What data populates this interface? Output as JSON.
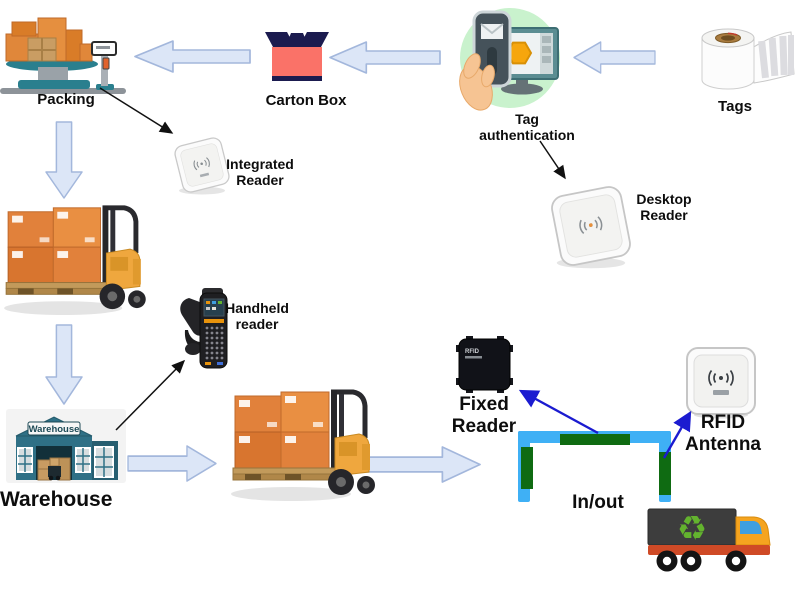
{
  "diagram": {
    "type": "flow-diagram",
    "topic": "RFID warehouse tracking workflow",
    "nodes": {
      "packing": {
        "label": "Packing"
      },
      "carton_box": {
        "label": "Carton Box"
      },
      "tag_authentication": {
        "label_line1": "Tag",
        "label_line2": "authentication"
      },
      "tags": {
        "label": "Tags"
      },
      "integrated_reader": {
        "label_line1": "Integrated",
        "label_line2": "Reader"
      },
      "desktop_reader": {
        "label_line1": "Desktop",
        "label_line2": "Reader"
      },
      "handheld_reader": {
        "label_line1": "Handheld",
        "label_line2": "reader"
      },
      "warehouse": {
        "label": "Warehouse",
        "sign_text": "Warehouse"
      },
      "fixed_reader": {
        "label_line1": "Fixed",
        "label_line2": "Reader",
        "device_text": "RFID"
      },
      "rfid_antenna": {
        "label_line1": "RFID",
        "label_line2": "Antenna"
      },
      "inout_gate": {
        "label": "In/out"
      }
    },
    "icons": {
      "recycle_glyph": "♻",
      "rfid_signal": "signal-arcs ((•))"
    },
    "edges": [
      {
        "from": "tags",
        "to": "tag_authentication",
        "style": "block-arrow"
      },
      {
        "from": "tag_authentication",
        "to": "carton_box",
        "style": "block-arrow"
      },
      {
        "from": "carton_box",
        "to": "packing",
        "style": "block-arrow"
      },
      {
        "from": "packing",
        "to": "integrated_reader",
        "style": "thin-arrow"
      },
      {
        "from": "tag_authentication",
        "to": "desktop_reader",
        "style": "thin-arrow"
      },
      {
        "from": "packing",
        "to": "loaded_forklift",
        "style": "block-arrow"
      },
      {
        "from": "loaded_forklift",
        "to": "warehouse",
        "style": "block-arrow"
      },
      {
        "from": "warehouse",
        "to": "handheld_reader",
        "style": "thin-arrow"
      },
      {
        "from": "warehouse",
        "to": "outbound_forklift",
        "style": "block-arrow"
      },
      {
        "from": "outbound_forklift",
        "to": "inout_gate",
        "style": "block-arrow"
      },
      {
        "from": "inout_gate",
        "to": "fixed_reader",
        "style": "blue-arrow"
      },
      {
        "from": "inout_gate",
        "to": "rfid_antenna",
        "style": "blue-arrow"
      }
    ],
    "colors": {
      "background": "#ffffff",
      "block_arrow_fill": "#dce6f7",
      "block_arrow_border": "#a3b7dc",
      "thin_arrow": "#111111",
      "blue_arrow": "#1b1bd0",
      "gate_frame_blue": "#3fb0f5",
      "gate_antenna_green": "#0f6b12",
      "carton_body": "#fa7268",
      "carton_flap": "#1b1b4f",
      "box_orange": "#e0813a",
      "forklift_yellow": "#efa73e",
      "scale_teal": "#2a7f8e",
      "warehouse_teal": "#2f7086",
      "auth_circle_green": "#c9f2cd",
      "hexagon_orange": "#f6a60d",
      "truck_cab_orange": "#f5a41f",
      "truck_chassis_red": "#cf4a26",
      "truck_box_gray": "#3d3d3d",
      "recycle_green": "#63b32e",
      "label_text": "#0d0d0d"
    }
  }
}
